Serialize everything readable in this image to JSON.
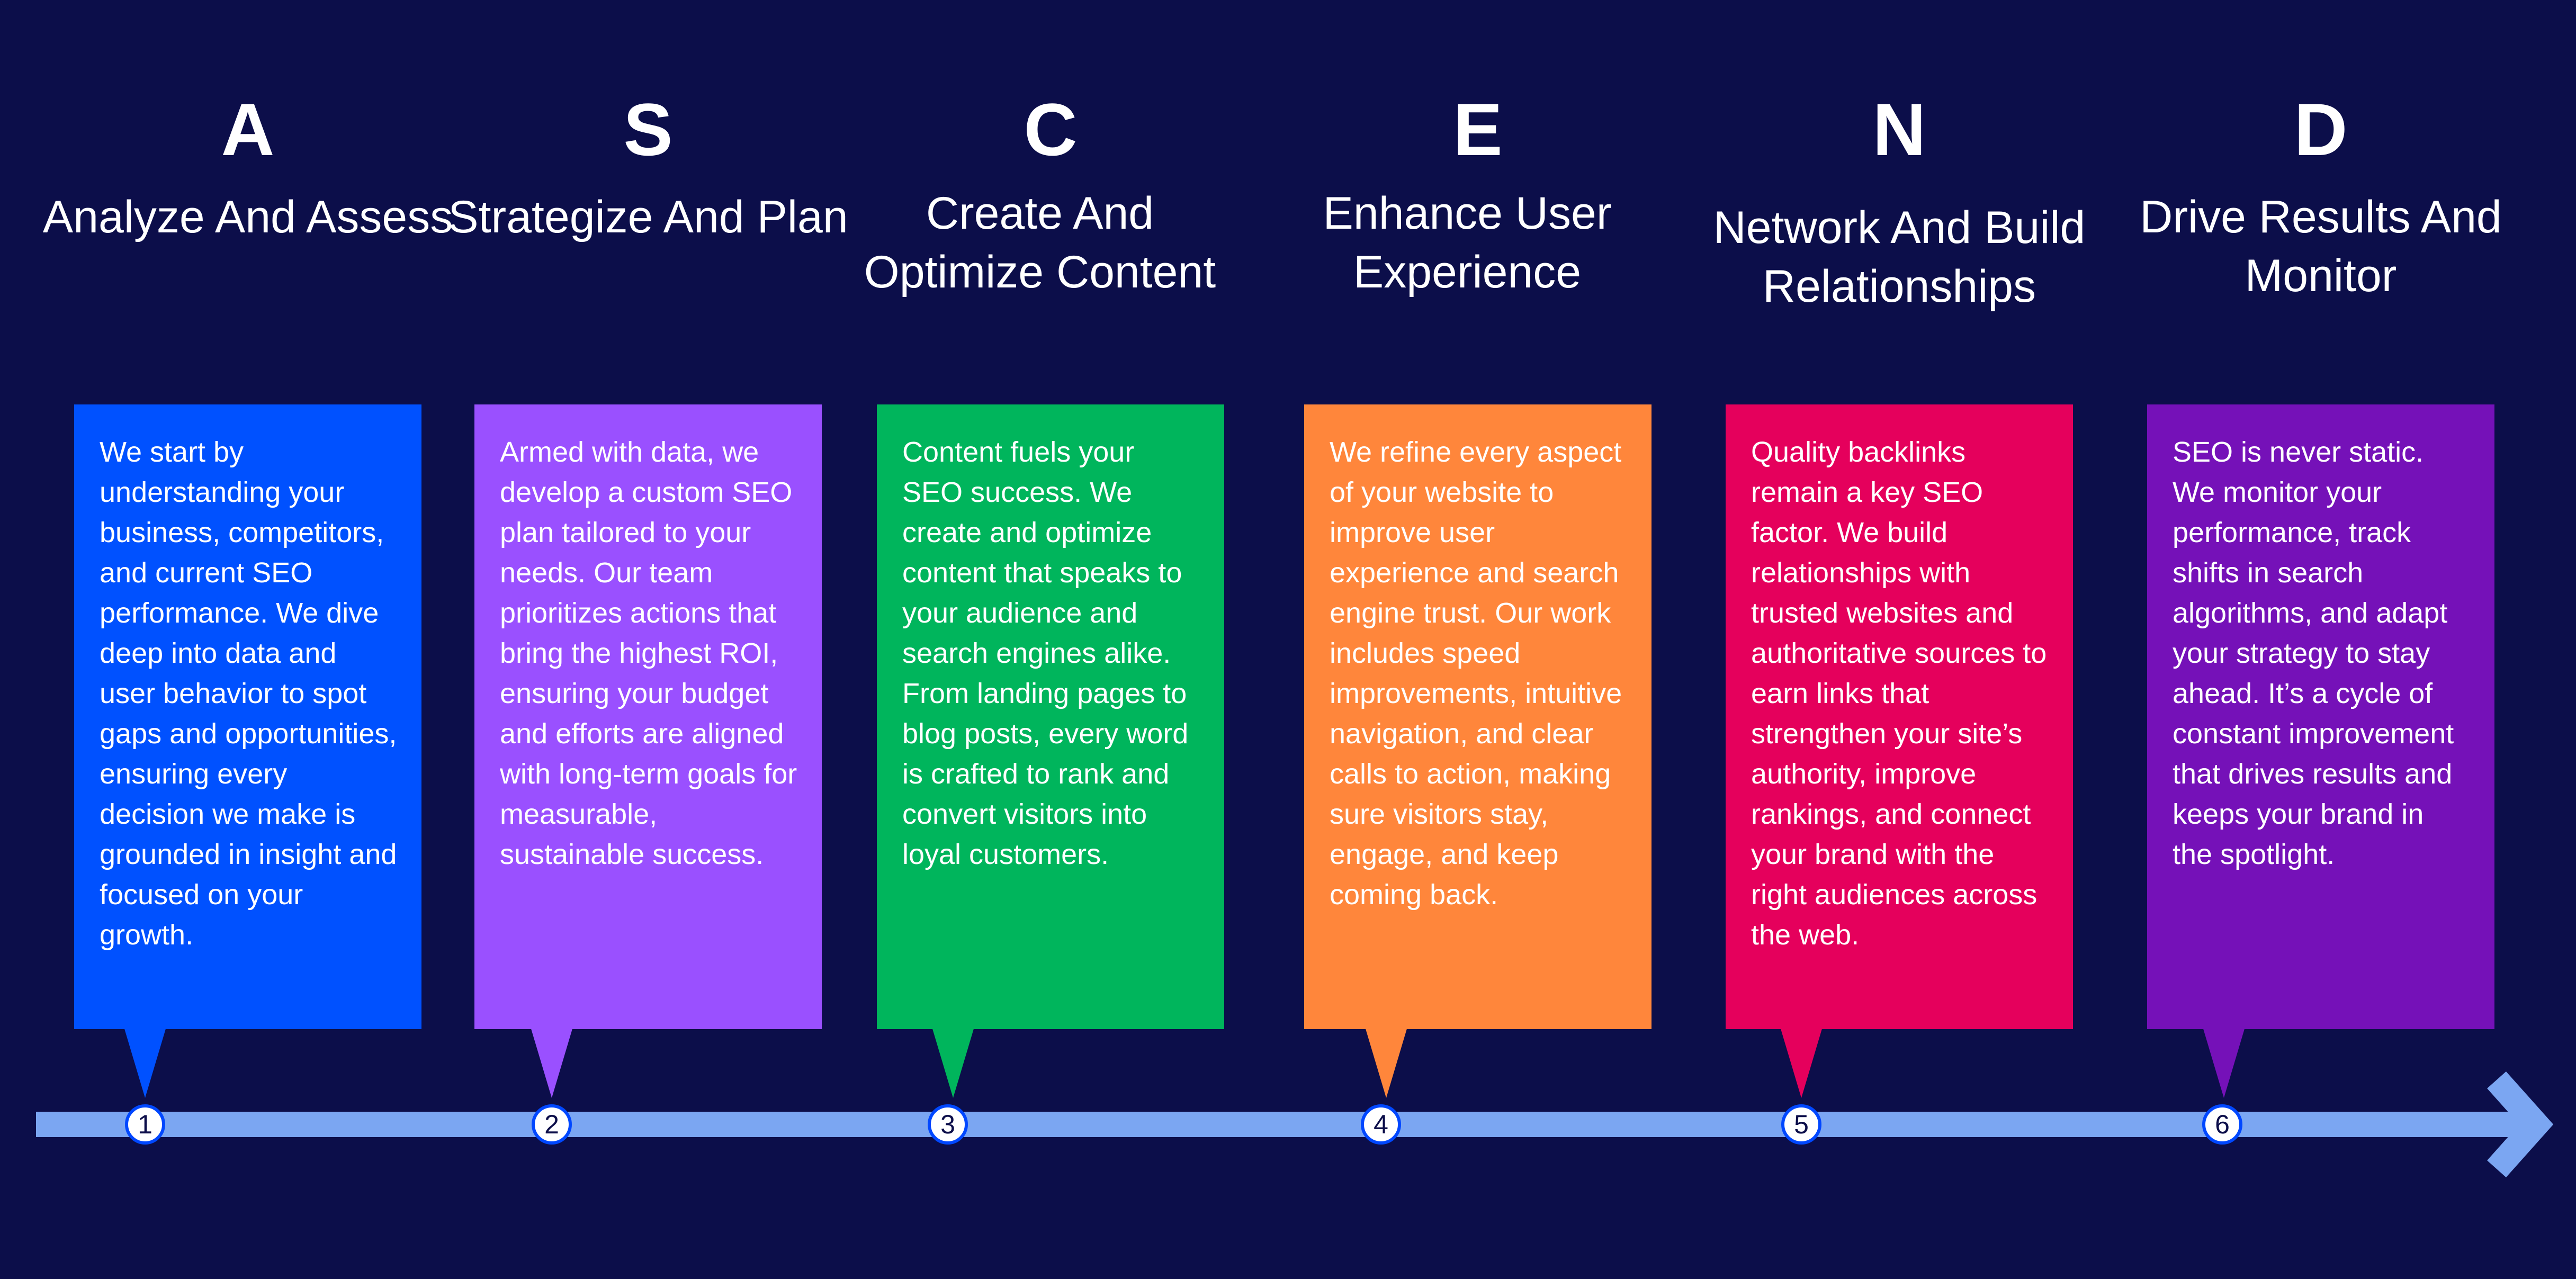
{
  "colors": {
    "background": "#0c0e4a",
    "timeline": "#7ba6f2",
    "marker_ring": "#0047ff"
  },
  "steps": [
    {
      "letter": "A",
      "title": "Analyze And Assess",
      "color": "#0051ff",
      "number": "1",
      "body": "We start by understanding your business, competitors, and current SEO performance. We dive deep into data and user behavior to spot gaps and opportunities, ensuring every decision we make is grounded in insight and focused on your growth."
    },
    {
      "letter": "S",
      "title": "Strategize And Plan",
      "color": "#9a50ff",
      "number": "2",
      "body": "Armed with data, we develop a custom SEO plan tailored to your needs. Our team prioritizes actions that bring the highest ROI, ensuring your budget and efforts are aligned with long-term goals for measurable, sustainable success."
    },
    {
      "letter": "C",
      "title": "Create And Optimize Content",
      "color": "#00b55c",
      "number": "3",
      "body": "Content fuels your SEO success. We create and optimize content that speaks to your audience and search engines alike. From landing pages to blog posts, every word is crafted to rank and convert visitors into loyal customers."
    },
    {
      "letter": "E",
      "title": "Enhance User Experience",
      "color": "#ff863b",
      "number": "4",
      "body": "We refine every aspect of your website to improve user experience and search engine trust. Our work includes speed improvements, intuitive navigation, and clear calls to action, making sure visitors stay, engage, and keep coming back."
    },
    {
      "letter": "N",
      "title": "Network And Build Relationships",
      "color": "#e5005c",
      "number": "5",
      "body": "Quality backlinks remain a key SEO factor. We build relationships with trusted websites and authoritative sources to earn links that strengthen your site’s authority, improve rankings, and connect your brand with the right audiences across the web."
    },
    {
      "letter": "D",
      "title": "Drive Results And Monitor",
      "color": "#7511b8",
      "number": "6",
      "body": "SEO is never static. We monitor your performance, track shifts in search algorithms, and adapt your strategy to stay ahead. It’s a cycle of constant improvement that drives results and keeps your brand in the spotlight."
    }
  ]
}
